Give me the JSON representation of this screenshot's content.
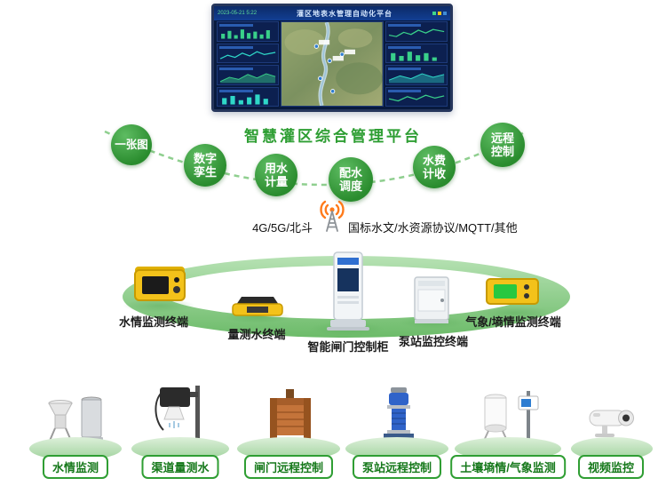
{
  "dashboard": {
    "timestamp": "2023-05-21 5:22",
    "title": "灌区地表水管理自动化平台"
  },
  "platform_title": "智慧灌区综合管理平台",
  "function_circles": [
    {
      "label": "一张图"
    },
    {
      "label": "数字孪生"
    },
    {
      "label": "用水计量"
    },
    {
      "label": "配水调度"
    },
    {
      "label": "水费计收"
    },
    {
      "label": "远程控制"
    }
  ],
  "comm": {
    "left_label": "4G/5G/北斗",
    "right_label": "国标水文/水资源协议/MQTT/其他"
  },
  "middle_devices": [
    {
      "label": "水情监测终端"
    },
    {
      "label": "量测水终端"
    },
    {
      "label": "智能闸门控制柜"
    },
    {
      "label": "泵站监控终端"
    },
    {
      "label": "气象/墒情监测终端"
    }
  ],
  "bottom_devices": [
    {
      "label": "水情监测"
    },
    {
      "label": "渠道量测水"
    },
    {
      "label": "闸门远程控制"
    },
    {
      "label": "泵站远程控制"
    },
    {
      "label": "土壤墒情/气象监测"
    },
    {
      "label": "视频监控"
    }
  ],
  "colors": {
    "accent_green": "#2e9e33",
    "ring_green": "#7cc47a",
    "antenna_orange": "#ff7a1a",
    "device_yellow": "#f3c21a"
  }
}
